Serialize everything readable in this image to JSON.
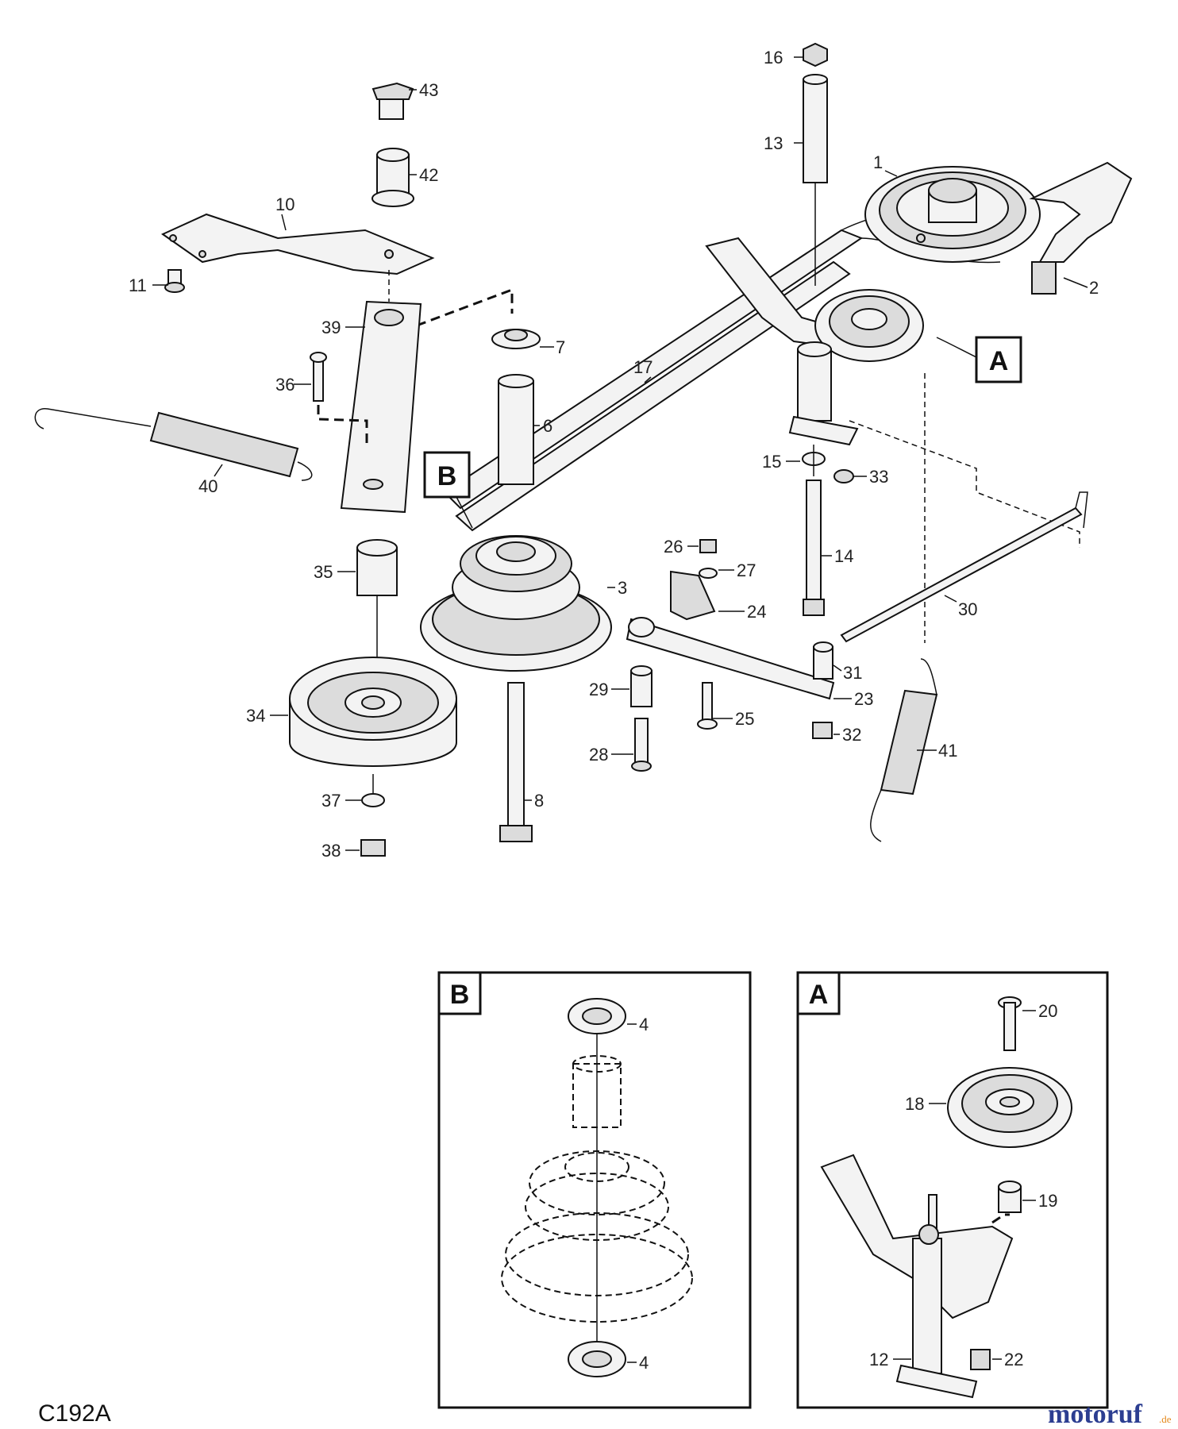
{
  "diagram_code": "C192A",
  "watermark": {
    "brand": "motoruf",
    "tld": ".de",
    "color_primary": "#2c3e91",
    "color_accent": "#e5891c"
  },
  "callouts": {
    "A": "A",
    "B": "B"
  },
  "parts": {
    "p1": "1",
    "p2": "2",
    "p3": "3",
    "p4a": "4",
    "p4b": "4",
    "p6": "6",
    "p7": "7",
    "p8": "8",
    "p10": "10",
    "p11": "11",
    "p12": "12",
    "p13": "13",
    "p14": "14",
    "p15": "15",
    "p16": "16",
    "p17": "17",
    "p18": "18",
    "p19": "19",
    "p20": "20",
    "p22": "22",
    "p23": "23",
    "p24": "24",
    "p25": "25",
    "p26": "26",
    "p27": "27",
    "p28": "28",
    "p29": "29",
    "p30": "30",
    "p31": "31",
    "p32": "32",
    "p33": "33",
    "p34": "34",
    "p35": "35",
    "p36": "36",
    "p37": "37",
    "p38": "38",
    "p39": "39",
    "p40": "40",
    "p41": "41",
    "p42": "42",
    "p43": "43"
  }
}
